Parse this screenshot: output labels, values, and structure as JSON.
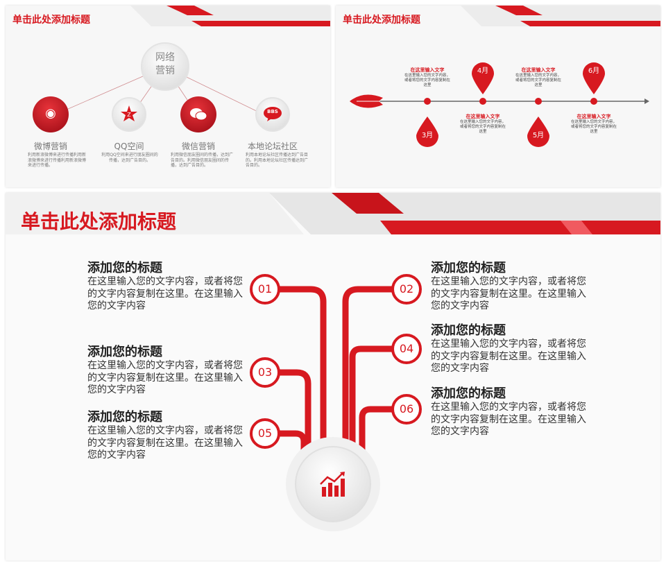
{
  "slide1": {
    "title": "单击此处添加标题",
    "center_label": "网络\n营销",
    "items": [
      {
        "label": "微博营销",
        "desc": "利用新浪微博来进行传播利用新浪微博来进行传播利用新浪微博来进行传播。",
        "icon": "weibo-icon"
      },
      {
        "label": "QQ空间",
        "desc": "利用QQ空间来进行朋友圈间的传播，达到广告目的。",
        "icon": "qzone-icon"
      },
      {
        "label": "微信营销",
        "desc": "利用微信朋友圈间的传播，达到广告目的。利用微信朋友圈间的传播，达到广告目的。",
        "icon": "wechat-icon"
      },
      {
        "label": "本地论坛社区",
        "desc": "利用本地论坛社区传播达到广告目的。利用本地论坛社区传播达到广告目的。",
        "icon": "bbs-icon"
      }
    ],
    "bbs_text": "BBS"
  },
  "slide2": {
    "title": "单击此处添加标题",
    "months": [
      "3月",
      "4月",
      "5月",
      "6月"
    ],
    "entries": [
      {
        "head": "在这里输入文字",
        "body": "在这里输入您的文字内容，或者将您的文字内容复制在这里"
      },
      {
        "head": "在这里输入文字",
        "body": "在这里输入您的文字内容，或者将您的文字内容复制在这里"
      },
      {
        "head": "在这里输入文字",
        "body": "在这里输入您的文字内容，或者将您的文字内容复制在这里"
      },
      {
        "head": "在这里输入文字",
        "body": "在这里输入您的文字内容，或者将您的文字内容复制在这里"
      }
    ]
  },
  "slide3": {
    "title": "单击此处添加标题",
    "items": [
      {
        "num": "01",
        "heading": "添加您的标题",
        "body": "在这里输入您的文字内容，或者将您的文字内容复制在这里。在这里输入您的文字内容"
      },
      {
        "num": "02",
        "heading": "添加您的标题",
        "body": "在这里输入您的文字内容，或者将您的文字内容复制在这里。在这里输入您的文字内容"
      },
      {
        "num": "03",
        "heading": "添加您的标题",
        "body": "在这里输入您的文字内容，或者将您的文字内容复制在这里。在这里输入您的文字内容"
      },
      {
        "num": "04",
        "heading": "添加您的标题",
        "body": "在这里输入您的文字内容，或者将您的文字内容复制在这里。在这里输入您的文字内容"
      },
      {
        "num": "05",
        "heading": "添加您的标题",
        "body": "在这里输入您的文字内容，或者将您的文字内容复制在这里。在这里输入您的文字内容"
      },
      {
        "num": "06",
        "heading": "添加您的标题",
        "body": "在这里输入您的文字内容，或者将您的文字内容复制在这里。在这里输入您的文字内容"
      }
    ],
    "center_icon": "bar-chart-growth-icon"
  },
  "colors": {
    "accent": "#d71920",
    "dark_red": "#a8111a",
    "gray": "#777777"
  }
}
